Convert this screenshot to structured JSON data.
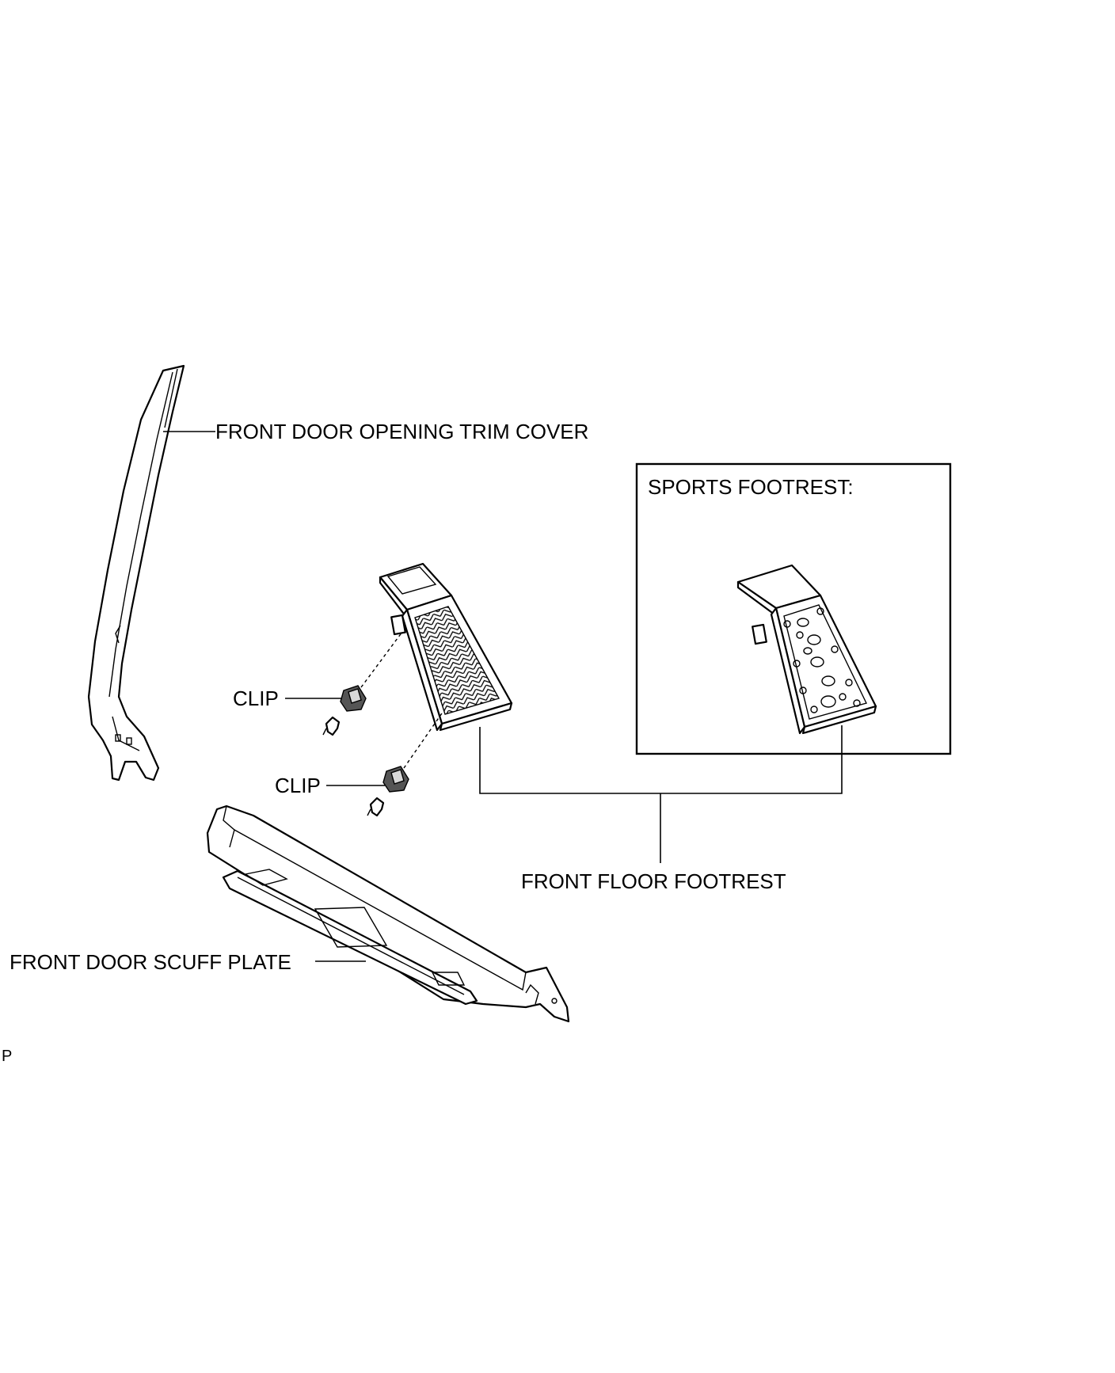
{
  "diagram": {
    "labels": {
      "trim_cover": "FRONT DOOR OPENING TRIM COVER",
      "sports_footrest": "SPORTS FOOTREST:",
      "clip_upper": "CLIP",
      "clip_lower": "CLIP",
      "front_floor_footrest": "FRONT FLOOR FOOTREST",
      "scuff_plate": "FRONT DOOR SCUFF PLATE",
      "corner_mark": "P"
    }
  }
}
